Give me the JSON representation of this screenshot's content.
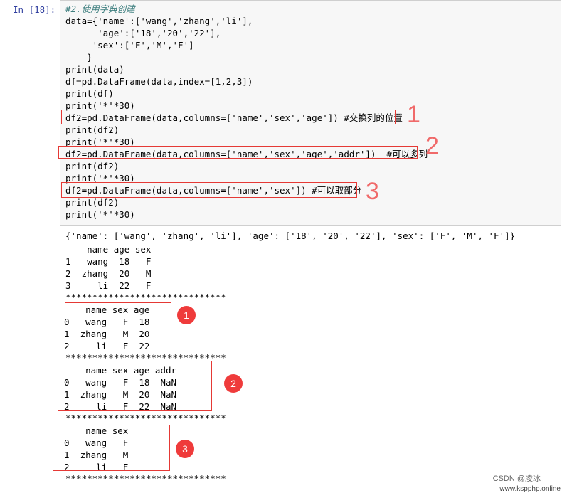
{
  "cell": {
    "prompt": "In  [18]:",
    "code_lines": [
      "#2.使用字典创建",
      "data={'name':['wang','zhang','li'],",
      "      'age':['18','20','22'],",
      "     'sex':['F','M','F']",
      "    }",
      "print(data)",
      "df=pd.DataFrame(data,index=[1,2,3])",
      "print(df)",
      "print('*'*30)",
      "df2=pd.DataFrame(data,columns=['name','sex','age']) #交换列的位置",
      "print(df2)",
      "print('*'*30)",
      "df2=pd.DataFrame(data,columns=['name','sex','age','addr'])  #可以多列",
      "print(df2)",
      "print('*'*30)",
      "df2=pd.DataFrame(data,columns=['name','sex']) #可以取部分",
      "print(df2)",
      "print('*'*30)"
    ]
  },
  "annotations": {
    "hand_numbers": [
      "1",
      "2",
      "3"
    ],
    "badges": [
      "1",
      "2",
      "3"
    ]
  },
  "output_lines": [
    "{'name': ['wang', 'zhang', 'li'], 'age': ['18', '20', '22'], 'sex': ['F', 'M', 'F']}",
    "    name age sex",
    "1   wang  18   F",
    "2  zhang  20   M",
    "3     li  22   F",
    "******************************",
    "    name sex age",
    "0   wang   F  18",
    "1  zhang   M  20",
    "2     li   F  22",
    "******************************",
    "    name sex age addr",
    "0   wang   F  18  NaN",
    "1  zhang   M  20  NaN",
    "2     li   F  22  NaN",
    "******************************",
    "    name sex",
    "0   wang   F",
    "1  zhang   M",
    "2     li   F",
    "******************************"
  ],
  "watermark": "CSDN @凌冰",
  "watermark2": "www.kspphp.online"
}
